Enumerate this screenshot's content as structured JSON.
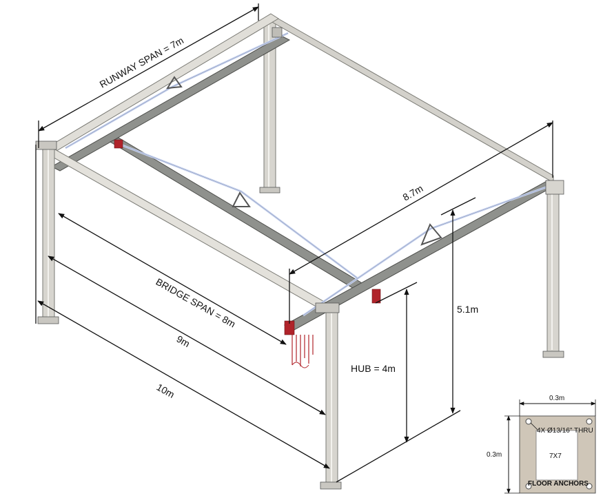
{
  "labels": {
    "runway_span": "RUNWAY SPAN = 7m",
    "bridge_span": "BRIDGE SPAN = 8m",
    "nine_m": "9m",
    "ten_m": "10m",
    "eight_seven_m": "8.7m",
    "five_one_m": "5.1m",
    "hub": "HUB = 4m"
  },
  "anchor_detail": {
    "width": "0.3m",
    "height": "0.3m",
    "holes": "4X Ø13/16\" THRU",
    "size": "7X7",
    "title": "FLOOR ANCHORS"
  },
  "colors": {
    "beam": "#d7d5cf",
    "beam_edge": "#7a7a74",
    "bridge": "#8f918d",
    "truss_blue": "#c9d4ee",
    "accent_red": "#b0232a",
    "plate": "#cfc6b8",
    "line": "#111111"
  }
}
